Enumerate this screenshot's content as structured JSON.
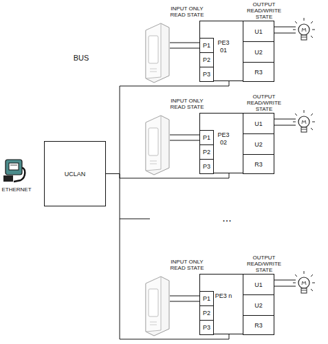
{
  "diagram": {
    "nodes": [
      {
        "text": [
          "UCLAN"
        ]
      },
      {
        "text": [
          "PE3 01"
        ]
      },
      {
        "text": [
          "P1"
        ],
        "in": 1
      },
      {
        "text": [
          "P2"
        ],
        "in": 1
      },
      {
        "text": [
          "P3"
        ],
        "in": 1
      },
      {
        "text": [
          "U1"
        ],
        "in": 1
      },
      {
        "text": [
          "U2"
        ],
        "in": 1
      },
      {
        "text": [
          "R3"
        ],
        "in": 1
      },
      {
        "text": [
          "PE3 02"
        ]
      },
      {
        "text": [
          "P1"
        ],
        "in": 8
      },
      {
        "text": [
          "P2"
        ],
        "in": 8
      },
      {
        "text": [
          "P3"
        ],
        "in": 8
      },
      {
        "text": [
          "U1"
        ],
        "in": 8
      },
      {
        "text": [
          "U2"
        ],
        "in": 8
      },
      {
        "text": [
          "R3"
        ],
        "in": 8
      },
      {
        "text": [
          "PE3 n"
        ]
      },
      {
        "text": [
          "P1"
        ],
        "in": 15
      },
      {
        "text": [
          "P2"
        ],
        "in": 15
      },
      {
        "text": [
          "P3"
        ],
        "in": 15
      },
      {
        "text": [
          "U1"
        ],
        "in": 15
      },
      {
        "text": [
          "U2"
        ],
        "in": 15
      },
      {
        "text": [
          "R3"
        ],
        "in": 15
      }
    ],
    "edges": [
      {
        "from": 0,
        "to": 1,
        "arrow": "none"
      },
      {
        "from": 0,
        "to": 8,
        "arrow": "none"
      },
      {
        "from": 0,
        "to": 15,
        "arrow": "none"
      }
    ],
    "labels": [
      "INPUT ONLY READ STATE",
      "OUTPUT READ/WRITE STATE",
      "BUS",
      "INPUT ONLY READ STATE",
      "OUTPUT READ/WRITE STATE",
      "ETHERNET",
      "...",
      "INPUT ONLY READ STATE",
      "OUTPUT READ/WRITE STATE"
    ]
  }
}
